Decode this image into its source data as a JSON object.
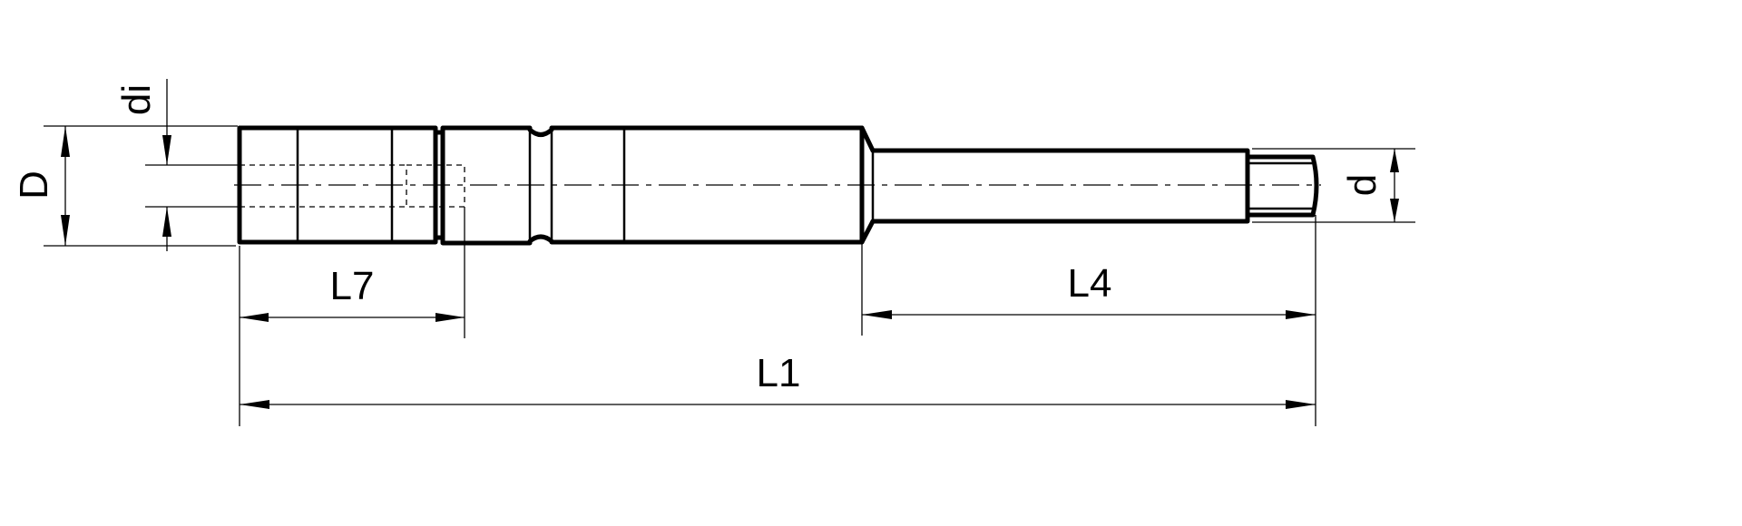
{
  "drawing": {
    "labels": {
      "outer_diameter": "D",
      "inner_diameter": "di",
      "shank_diameter": "d",
      "length_l7": "L7",
      "length_l4": "L4",
      "total_length": "L1"
    }
  }
}
